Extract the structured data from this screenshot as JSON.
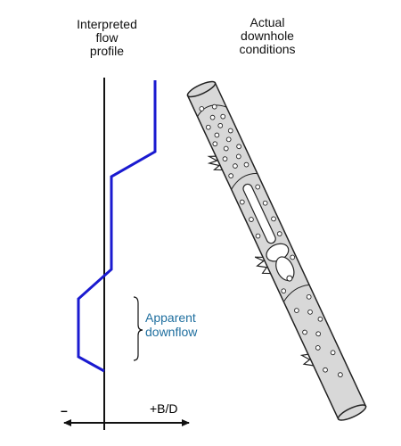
{
  "headers": {
    "left": [
      "Interpreted",
      "flow",
      "profile"
    ],
    "right": [
      "Actual",
      "downhole",
      "conditions"
    ]
  },
  "annotation": {
    "lines": [
      "Apparent",
      "downflow"
    ],
    "color": "#1f6f9f"
  },
  "axis": {
    "negative_label": "–",
    "positive_label": "+B/D"
  },
  "colors": {
    "profile_line": "#1a1ad0",
    "axis": "#111111",
    "pipe_fill": "#d8d8d8",
    "pipe_stroke": "#222222"
  }
}
